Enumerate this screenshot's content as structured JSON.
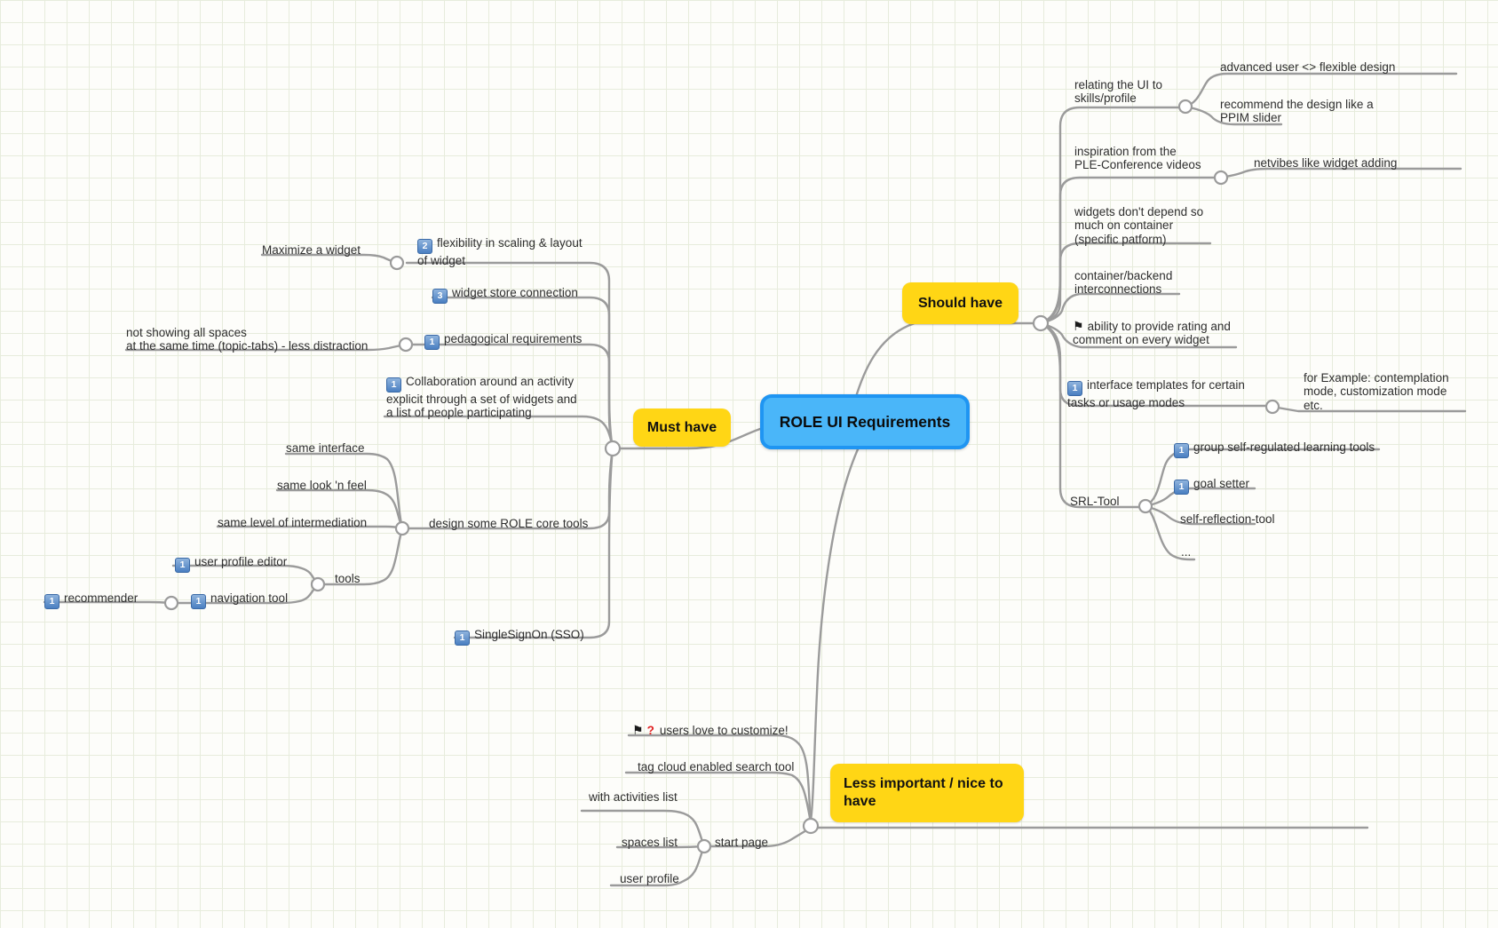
{
  "root": {
    "label": "ROLE UI Requirements"
  },
  "badges": {
    "p1": "1",
    "p2": "2",
    "p3": "3"
  },
  "icons": {
    "flag": "⚑",
    "question": "?"
  },
  "branches": {
    "must": {
      "label": "Must have",
      "items": {
        "maximize": "Maximize a widget",
        "flexibility": "flexibility in scaling & layout\nof widget",
        "widget_store": "widget store connection",
        "pedagogical": "pedagogical requirements",
        "not_showing": "not showing all spaces\nat the same time (topic-tabs) - less distraction",
        "collaboration": "Collaboration around an activity\nexplicit through a set of widgets and\na list of people participating",
        "design_core": "design some ROLE core tools",
        "same_interface": "same interface",
        "same_look": "same look 'n feel",
        "same_level": "same level of intermediation",
        "tools": "tools",
        "user_profile_editor": "user profile editor",
        "navigation_tool": "navigation tool",
        "recommender": "recommender",
        "sso": "SingleSignOn (SSO)"
      }
    },
    "should": {
      "label": "Should have",
      "items": {
        "relating": "relating the UI to\nskills/profile",
        "advanced": "advanced user <> flexible design",
        "recommend": "recommend the design like a\nPPIM slider",
        "inspiration": "inspiration from the\nPLE-Conference videos",
        "netvibes": "netvibes like widget adding",
        "widgets_depend": "widgets don't depend so\nmuch on container\n(specific patform)",
        "container_backend": "container/backend\ninterconnections",
        "rating": "ability to provide rating and\ncomment on every widget",
        "interface_templates": "interface templates for certain\ntasks or usage modes",
        "for_example": "for Example: contemplation\nmode, customization mode\netc.",
        "srl": "SRL-Tool",
        "group_srl": "group self-regulated learning tools",
        "goal_setter": "goal setter",
        "self_reflection": "self-reflection-tool",
        "dots": "..."
      }
    },
    "less": {
      "label": "Less important / nice to\nhave",
      "items": {
        "users_love": "users love to customize!",
        "tag_cloud": "tag cloud enabled search tool",
        "start_page": "start page",
        "with_activities": "with activities list",
        "spaces_list": "spaces list",
        "user_profile": "user profile"
      }
    }
  }
}
